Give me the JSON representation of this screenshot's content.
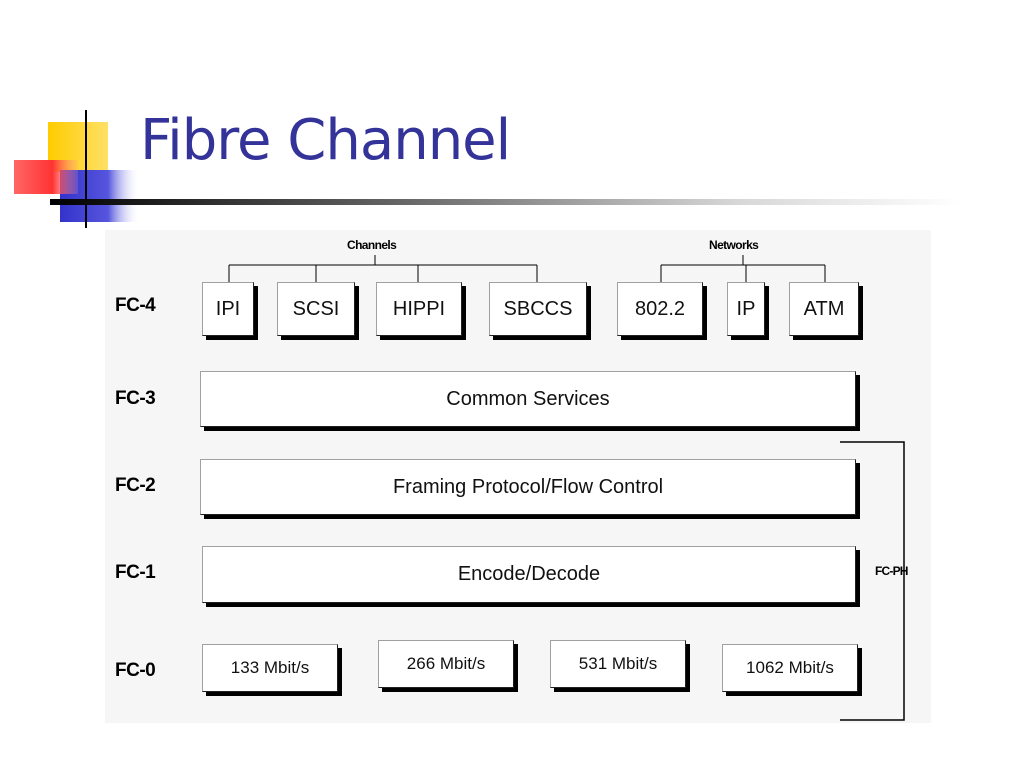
{
  "title": "Fibre Channel",
  "diagram": {
    "groups": {
      "channels": "Channels",
      "networks": "Networks"
    },
    "fc4": {
      "label": "FC-4",
      "items": [
        "IPI",
        "SCSI",
        "HIPPI",
        "SBCCS",
        "802.2",
        "IP",
        "ATM"
      ]
    },
    "fc3": {
      "label": "FC-3",
      "text": "Common Services"
    },
    "fc2": {
      "label": "FC-2",
      "text": "Framing Protocol/Flow Control"
    },
    "fc1": {
      "label": "FC-1",
      "text": "Encode/Decode"
    },
    "fc0": {
      "label": "FC-0",
      "rates": [
        "133 Mbit/s",
        "266 Mbit/s",
        "531 Mbit/s",
        "1062 Mbit/s"
      ]
    },
    "bracket_label": "FC-PH"
  },
  "colors": {
    "title": "#333399",
    "logo_yellow": "#ffcc00",
    "logo_red": "#ff3333",
    "logo_blue": "#3333cc"
  }
}
